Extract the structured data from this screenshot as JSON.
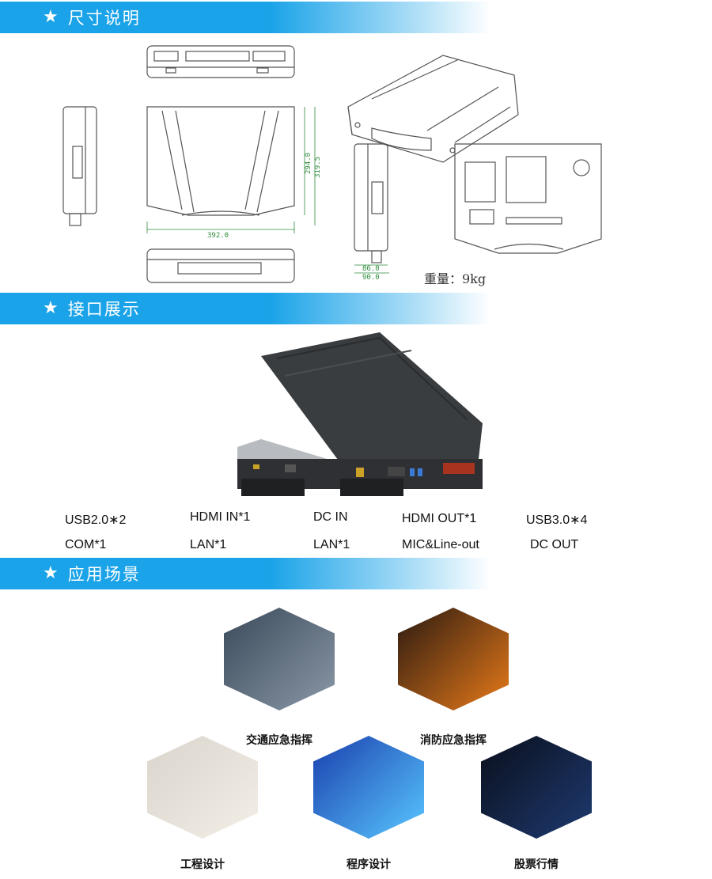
{
  "sections": [
    {
      "title": "尺寸说明",
      "icon": "star-icon"
    },
    {
      "title": "接口展示",
      "icon": "star-icon"
    },
    {
      "title": "应用场景",
      "icon": "star-icon"
    }
  ],
  "dimensions": {
    "width": "392.0",
    "depth_inner": "294.0",
    "depth_outer": "319.5",
    "height_inner": "86.0",
    "height_outer": "90.0",
    "weight": "重量：9kg"
  },
  "ports": [
    [
      "USB2.0∗2",
      "HDMI IN*1",
      "DC IN",
      "HDMI OUT*1",
      "USB3.0∗4"
    ],
    [
      "COM*1",
      "LAN*1",
      "LAN*1",
      "MIC&Line-out",
      "DC OUT"
    ]
  ],
  "scenarios": [
    {
      "label": "交通应急指挥",
      "colors": [
        "#3b4a5a",
        "#8a98a8"
      ]
    },
    {
      "label": "消防应急指挥",
      "colors": [
        "#2a1a10",
        "#e87a1a"
      ]
    },
    {
      "label": "工程设计",
      "colors": [
        "#d9d4cc",
        "#f4efe6"
      ]
    },
    {
      "label": "程序设计",
      "colors": [
        "#1a3fae",
        "#59c7ff"
      ]
    },
    {
      "label": "股票行情",
      "colors": [
        "#0a0f1c",
        "#1e3a70"
      ]
    }
  ]
}
